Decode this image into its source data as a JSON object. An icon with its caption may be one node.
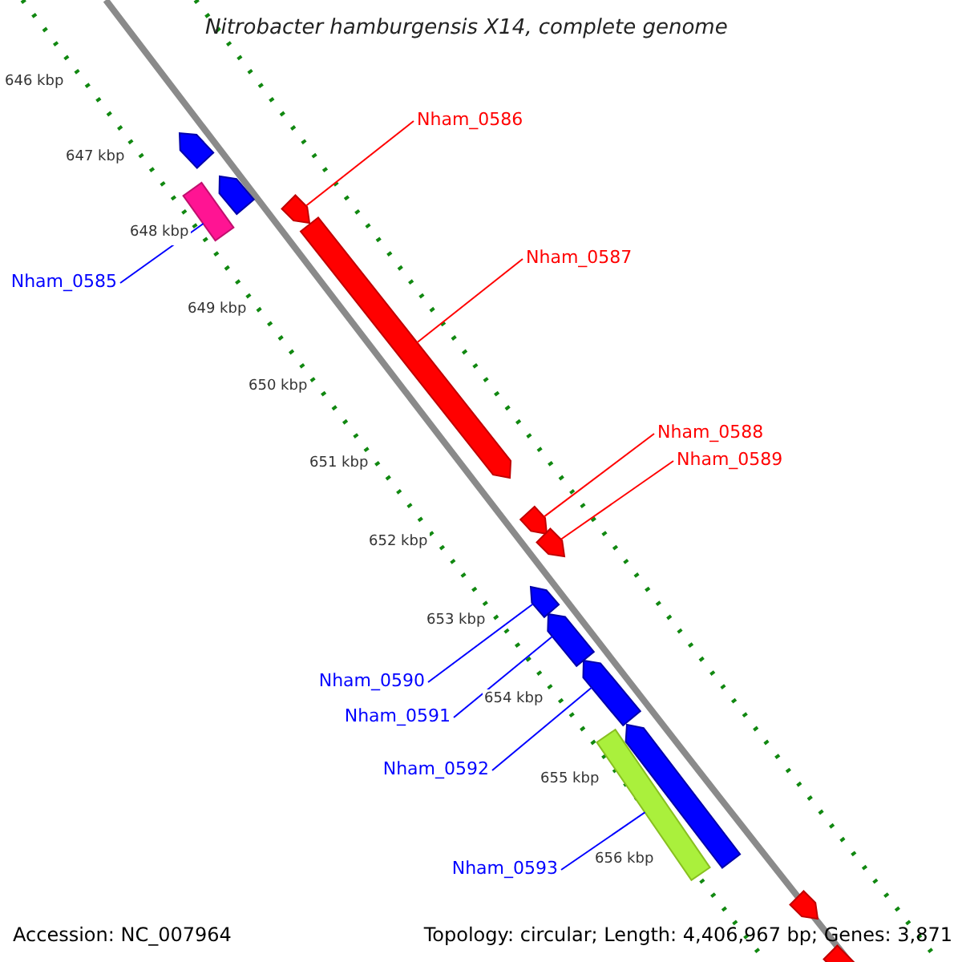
{
  "diagram": {
    "title": "Nitrobacter hamburgensis X14, complete genome",
    "nodes": [
      {
        "text": [],
        "shape": "arrow"
      },
      {
        "text": [],
        "shape": "arrow"
      },
      {
        "text": [],
        "shape": "bar"
      },
      {
        "text": [],
        "shape": "arrow"
      },
      {
        "text": [],
        "shape": "arrow"
      },
      {
        "text": [],
        "shape": "arrow"
      },
      {
        "text": [],
        "shape": "arrow"
      },
      {
        "text": [],
        "shape": "arrow"
      },
      {
        "text": [],
        "shape": "arrow"
      },
      {
        "text": [],
        "shape": "arrow"
      },
      {
        "text": [],
        "shape": "bar"
      },
      {
        "text": [],
        "shape": "arrow"
      },
      {
        "text": [],
        "shape": "arrow"
      },
      {
        "text": [],
        "shape": "arrow"
      },
      {
        "text": [
          "Nham_0585"
        ]
      },
      {
        "text": [
          "Nham_0586"
        ]
      },
      {
        "text": [
          "Nham_0587"
        ]
      },
      {
        "text": [
          "Nham_0588"
        ]
      },
      {
        "text": [
          "Nham_0589"
        ]
      },
      {
        "text": [
          "Nham_0590"
        ]
      },
      {
        "text": [
          "Nham_0591"
        ]
      },
      {
        "text": [
          "Nham_0592"
        ]
      },
      {
        "text": [
          "Nham_0593"
        ]
      }
    ],
    "edges": [
      {
        "from": 14,
        "to": 2,
        "arrow": "none"
      },
      {
        "from": 15,
        "to": 3,
        "arrow": "none",
        "color": "#ff0000"
      },
      {
        "from": 16,
        "to": 4,
        "arrow": "none",
        "color": "#ff0000"
      },
      {
        "from": 17,
        "to": 5,
        "arrow": "none",
        "color": "#ff0000"
      },
      {
        "from": 18,
        "to": 6,
        "arrow": "none",
        "color": "#ff0000"
      },
      {
        "from": 19,
        "to": 7,
        "arrow": "none"
      },
      {
        "from": 20,
        "to": 8,
        "arrow": "none"
      },
      {
        "from": 21,
        "to": 9,
        "arrow": "none"
      },
      {
        "from": 22,
        "to": 10,
        "arrow": "none"
      }
    ],
    "labels": [
      "646 kbp",
      "647 kbp",
      "648 kbp",
      "649 kbp",
      "650 kbp",
      "651 kbp",
      "652 kbp",
      "653 kbp",
      "654 kbp",
      "655 kbp",
      "656 kbp",
      "Accession: NC_007964",
      "Topology: circular; Length: 4,406,967 bp; Genes: 3,871"
    ]
  }
}
